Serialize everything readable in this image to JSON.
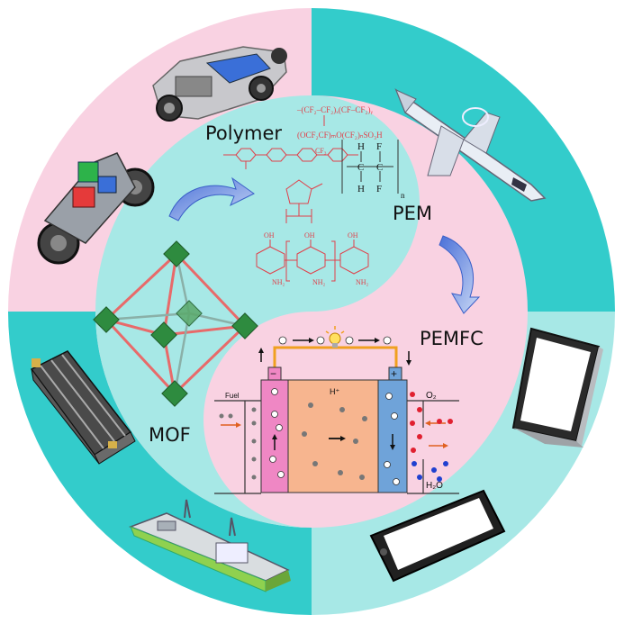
{
  "labels": {
    "polymer": "Polymer",
    "pem": "PEM",
    "pemfc": "PEMFC",
    "mof": "MOF"
  },
  "cell": {
    "fuel": "Fuel",
    "h_plus": "H⁺",
    "o2": "O₂",
    "h2o": "H₂O",
    "minus": "−",
    "plus": "+"
  },
  "chemistry": {
    "nafion_top": "–(CF₂–CF₂)ₓ(CF–CF₂)ᵧ",
    "nafion_side": "(OCF₂CF)ₘO(CF₂)ₙSO₃H",
    "nafion_cf3": "CF₃",
    "pvdf_h": "H",
    "pvdf_f": "F",
    "pvdf_c": "C",
    "pvdf_n": "n",
    "chitosan_oh": "OH",
    "chitosan_nh2": "NH₂"
  },
  "icons": [
    "car-chassis-icon",
    "jet-aircraft-icon",
    "scooter-icon",
    "laptop-icon",
    "battery-module-icon",
    "smartphone-icon",
    "ship-icon",
    "light-bulb-icon"
  ],
  "colors": {
    "pink": "#f9d2e2",
    "teal": "#33cccb",
    "light_teal": "#a7e8e6",
    "anode": "#ef87c4",
    "membrane": "#f7b58f",
    "cathode": "#6fa3d9",
    "wire": "#f0a020",
    "mof_node": "#2e8b3f",
    "mof_link": "#e86a6a",
    "chem_red": "#e0404a"
  }
}
